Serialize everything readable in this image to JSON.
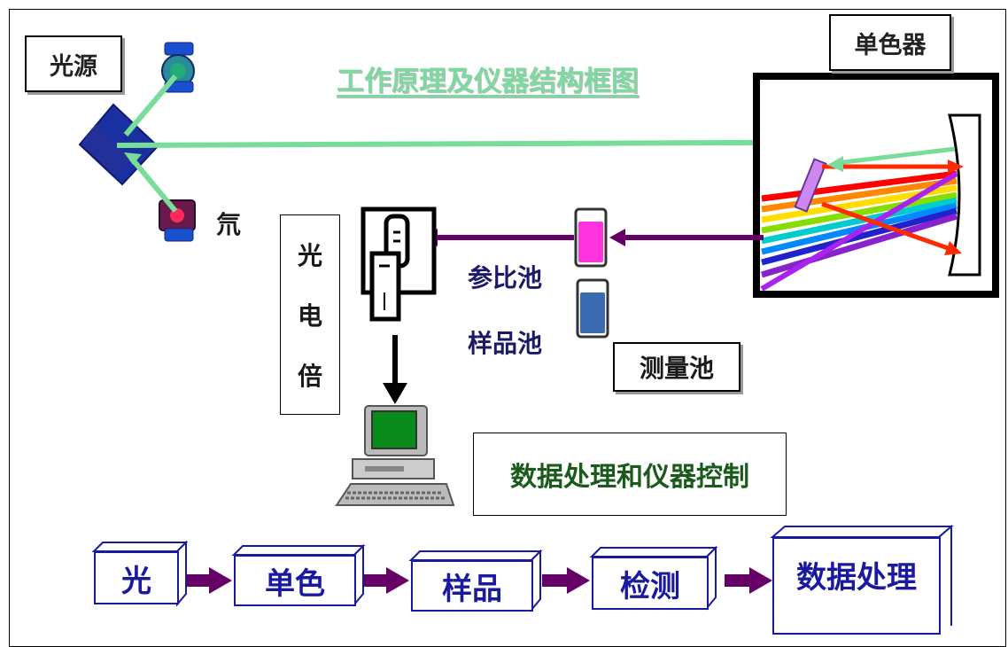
{
  "title": "工作原理及仪器结构框图",
  "labels": {
    "light_source": "光源",
    "deuterium": "氘",
    "monochromator": "单色器",
    "photomultiplier": [
      "光",
      "电",
      "倍"
    ],
    "reference_cell": "参比池",
    "sample_cell": "样品池",
    "measurement_cell": "测量池",
    "data_control": "数据处理和仪器控制"
  },
  "flow": [
    "光",
    "单色",
    "样品",
    "检测",
    "数据处理"
  ],
  "colors": {
    "beam_green": "#77dd99",
    "arrow_purple": "#660066",
    "navy_box": "#1a1aa0",
    "label_navy": "#1a1a66"
  }
}
